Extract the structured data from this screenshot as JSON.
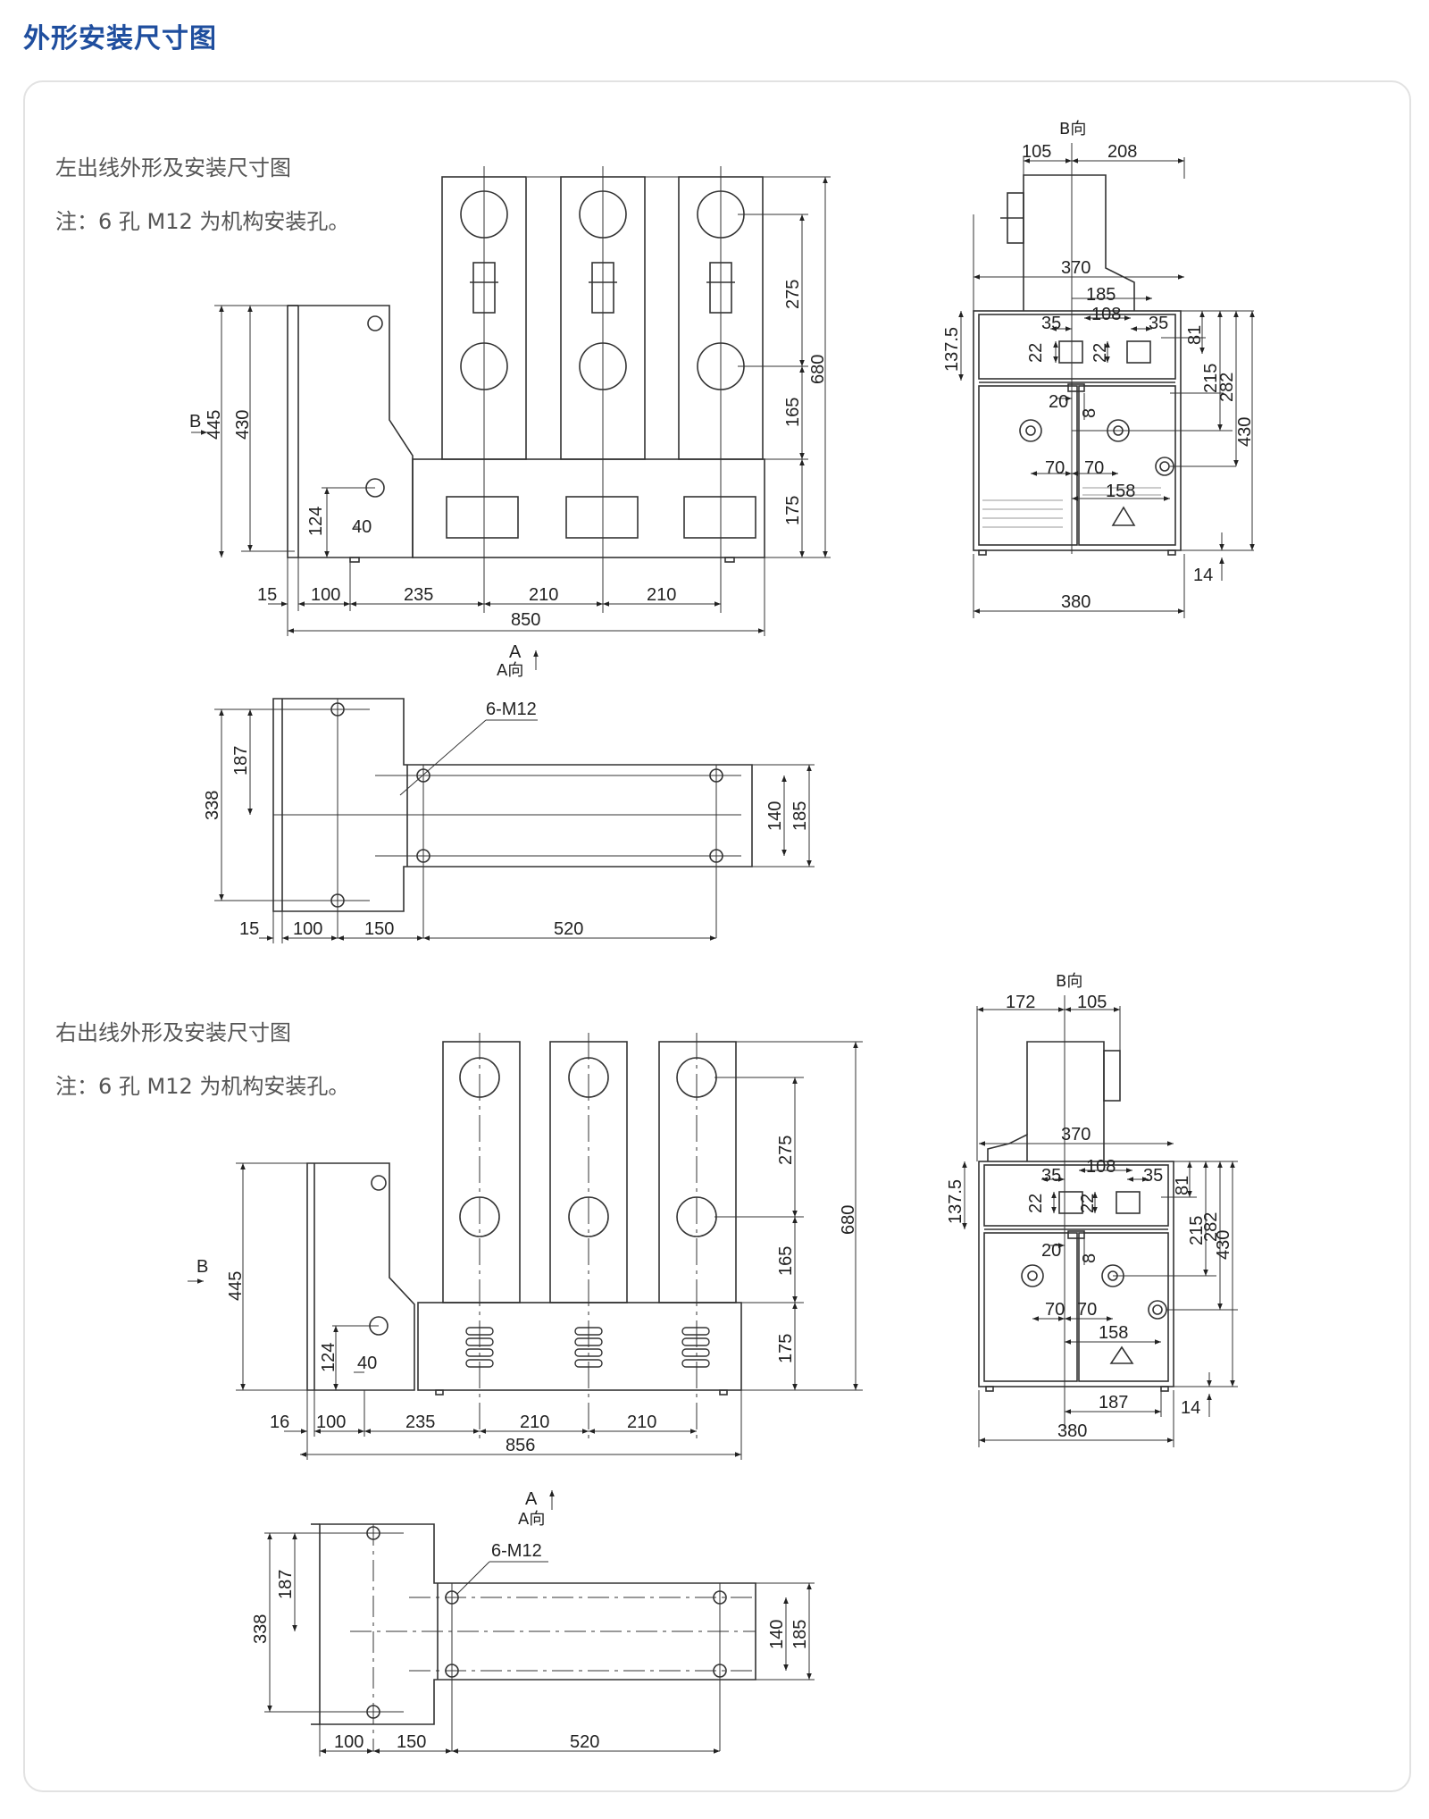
{
  "page": {
    "title": "外形安装尺寸图"
  },
  "sections": [
    {
      "caption": "左出线外形及安装尺寸图",
      "note": "注：6 孔 M12 为机构安装孔。"
    },
    {
      "caption": "右出线外形及安装尺寸图",
      "note": "注：6 孔 M12 为机构安装孔。"
    }
  ],
  "left_front": {
    "dims": [
      "445",
      "430",
      "124",
      "40",
      "275",
      "680",
      "165",
      "175",
      "15",
      "100",
      "235",
      "210",
      "210",
      "850"
    ],
    "b_arrow": "B",
    "a_arrow": "A",
    "a_dir": "A向"
  },
  "left_side": {
    "b_dir": "B向",
    "dims": [
      "105",
      "208",
      "370",
      "185",
      "108",
      "35",
      "35",
      "81",
      "137.5",
      "22",
      "22",
      "215",
      "282",
      "430",
      "20",
      "8",
      "70",
      "70",
      "158",
      "14",
      "380"
    ]
  },
  "left_bottom": {
    "label": "6-M12",
    "dims": [
      "187",
      "338",
      "140",
      "185",
      "15",
      "100",
      "150",
      "520"
    ]
  },
  "right_front": {
    "dims": [
      "445",
      "124",
      "40",
      "275",
      "680",
      "165",
      "175",
      "16",
      "100",
      "235",
      "210",
      "210",
      "856"
    ],
    "b_arrow": "B"
  },
  "right_side": {
    "b_dir": "B向",
    "dims": [
      "172",
      "105",
      "370",
      "108",
      "35",
      "35",
      "81",
      "137.5",
      "22",
      "22",
      "215",
      "282",
      "430",
      "20",
      "8",
      "70",
      "70",
      "158",
      "187",
      "14",
      "380"
    ]
  },
  "right_bottom": {
    "a_arrow": "A",
    "a_dir": "A向",
    "label": "6-M12",
    "dims": [
      "187",
      "338",
      "140",
      "185",
      "100",
      "150",
      "520"
    ]
  }
}
